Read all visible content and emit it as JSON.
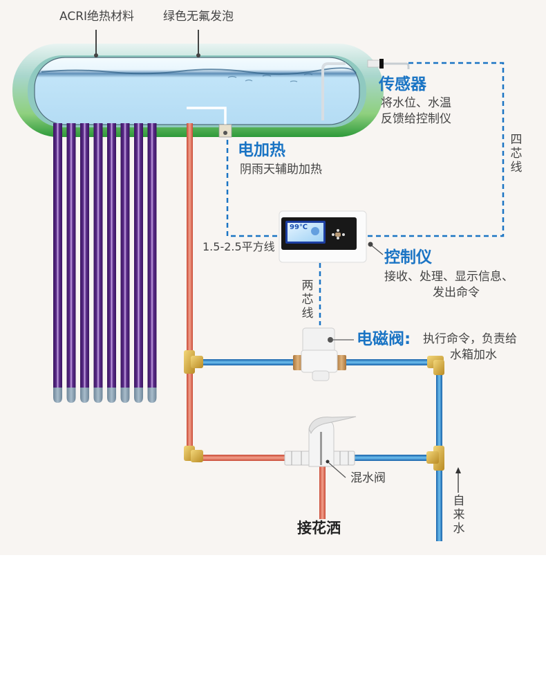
{
  "diagram": {
    "title": "太阳能热水器 智能控制系统示意图",
    "colors": {
      "background": "#f8f5f2",
      "accent_blue": "#1a74c4",
      "label_gray": "#444444",
      "hot_pipe": "#e06a55",
      "cold_pipe": "#3a9ad9",
      "tube_purple": "#4a2070",
      "tank_green": "#2e9a3a",
      "water": "#b9e1f7",
      "fitting_brass": "#d9b44a",
      "wire_dashed": "#1a74c4"
    },
    "tank_labels": {
      "insulation": "ACRI绝热材料",
      "foam": "绿色无氟发泡"
    },
    "sensor": {
      "title": "传感器",
      "desc_line1": "将水位、水温",
      "desc_line2": "反馈给控制仪",
      "wire_label": "四芯线"
    },
    "heater": {
      "title": "电加热",
      "desc": "阴雨天辅助加热",
      "wire_label": "1.5-2.5平方线"
    },
    "controller": {
      "title": "控制仪",
      "desc_line1": "接收、处理、显示信息、",
      "desc_line2": "发出命令",
      "screen_temp": "99℃",
      "wire_label": "两芯线"
    },
    "solenoid_valve": {
      "title": "电磁阀:",
      "desc_line1": "执行命令，负责给",
      "desc_line2": "水箱加水"
    },
    "mixing_valve": {
      "label": "混水阀"
    },
    "shower": {
      "label": "接花洒"
    },
    "water_supply": {
      "label": "自来水",
      "icon": "arrow-up-icon"
    },
    "vacuum_tubes": {
      "count": 8
    }
  }
}
